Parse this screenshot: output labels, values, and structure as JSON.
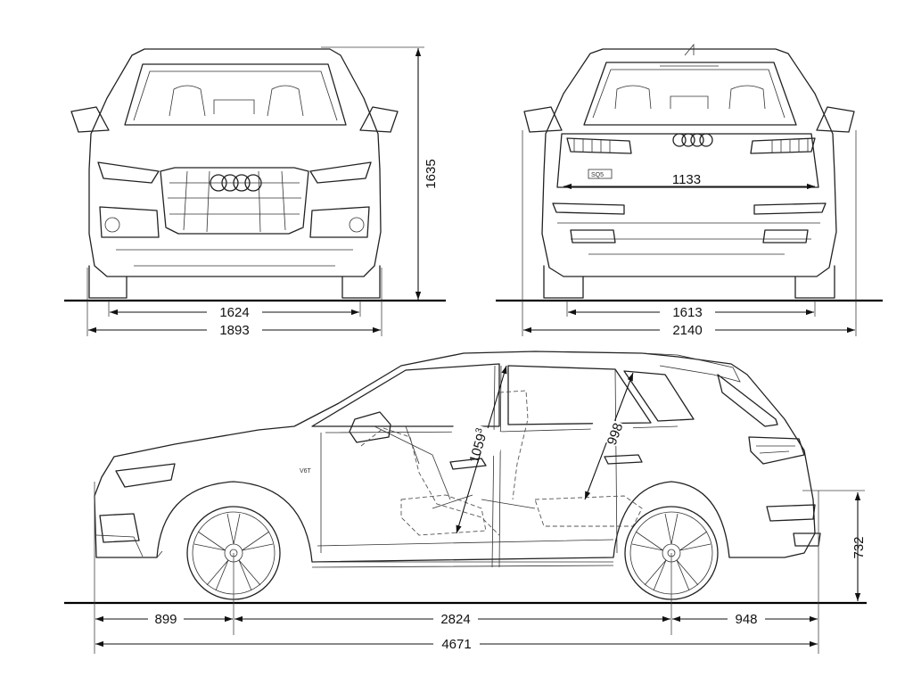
{
  "dimensions": {
    "front_height": "1635",
    "front_track": "1624",
    "front_width": "1893",
    "rear_inner_width": "1133",
    "rear_track": "1613",
    "rear_width_mirrors": "2140",
    "front_headroom": "1059",
    "front_headroom_note": "3",
    "rear_headroom": "998",
    "loading_height": "732",
    "front_overhang": "899",
    "wheelbase": "2824",
    "rear_overhang": "948",
    "overall_length": "4671"
  },
  "badges": {
    "rear_badge": "SQ5",
    "side_badge": "V6T"
  },
  "colors": {
    "line": "#222222",
    "background": "#ffffff"
  }
}
